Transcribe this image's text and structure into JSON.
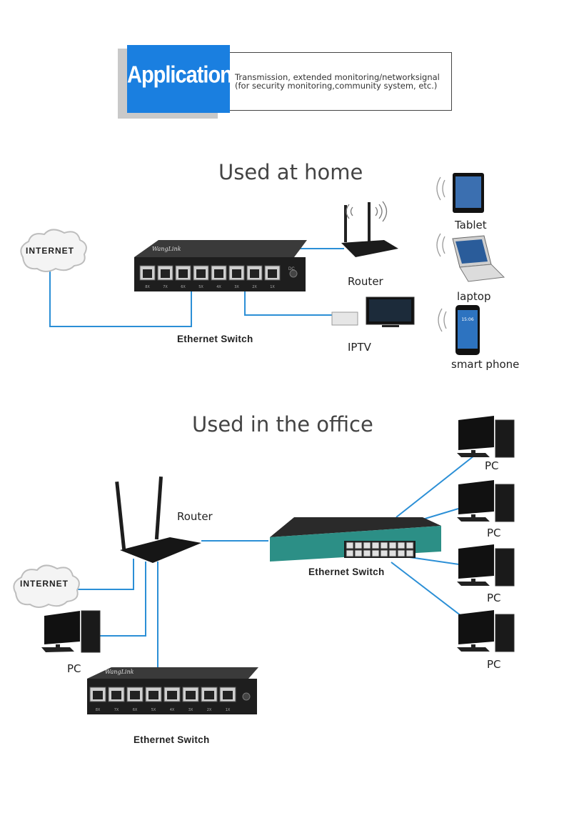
{
  "header": {
    "badge": "Application",
    "line1": "Transmission, extended monitoring/networksignal",
    "line2": "(for security monitoring,community system, etc.)"
  },
  "home": {
    "title": "Used at home",
    "internet": "INTERNET",
    "switch_brand": "WangLink",
    "switch_label": "Ethernet Switch",
    "router_label": "Router",
    "iptv_label": "IPTV",
    "tablet_label": "Tablet",
    "laptop_label": "laptop",
    "phone_label": "smart phone",
    "phone_time": "15:06",
    "ports": [
      "8X",
      "7X",
      "6X",
      "5X",
      "4X",
      "3X",
      "2X",
      "1X"
    ],
    "dc": "DC"
  },
  "office": {
    "title": "Used in the office",
    "router_label": "Router",
    "internet": "INTERNET",
    "pc_label": "PC",
    "switch_label": "Ethernet Switch",
    "switch16_label": "Ethernet Switch",
    "switch_brand": "WangLink",
    "pcs_right": [
      "PC",
      "PC",
      "PC",
      "PC"
    ]
  },
  "colors": {
    "accent_blue": "#1a7fe0",
    "cable_blue": "#2b8fd6",
    "switch_teal": "#2c8f86"
  }
}
